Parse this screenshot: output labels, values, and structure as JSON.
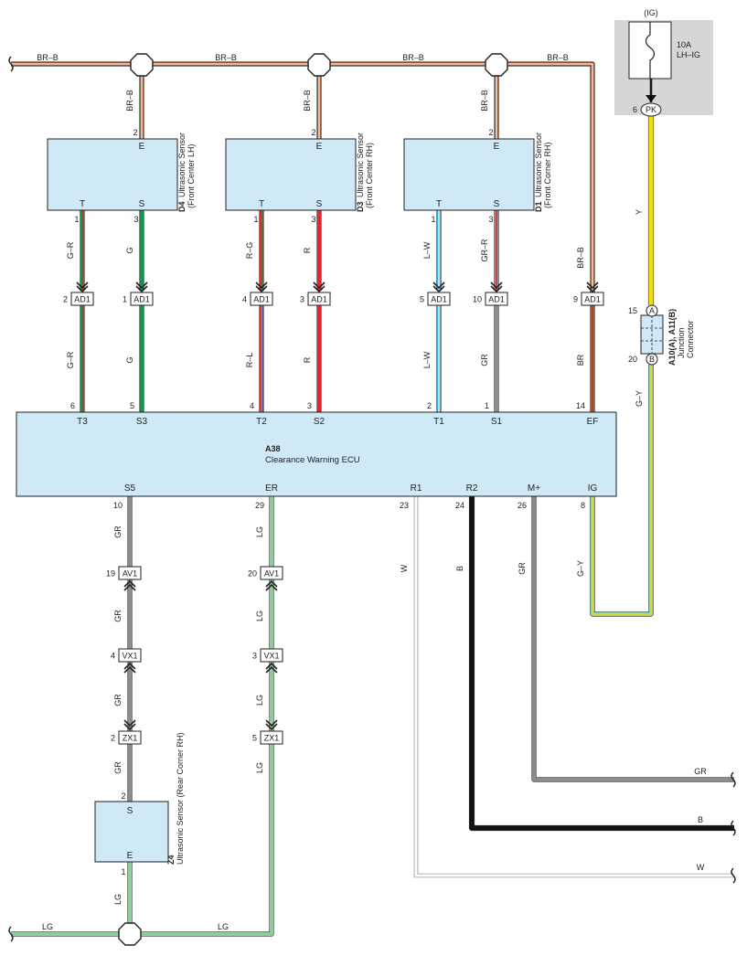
{
  "wires": {
    "bus_top": "BR–B",
    "d4_e": "BR–B",
    "d4_t": "G–R",
    "d4_s": "G",
    "d3_e": "BR–B",
    "d3_t": "R–G",
    "d3_s": "R",
    "d1_e": "BR–B",
    "d1_t": "L–W",
    "d1_s": "GR–R",
    "ef_drop": "BR–B",
    "ecu_t3": "G–R",
    "ecu_s3": "G",
    "ecu_t2": "R–L",
    "ecu_s2": "R",
    "ecu_t1": "L–W",
    "ecu_s1": "GR",
    "ecu_ef": "BR",
    "ig_top": "Y",
    "ig_bottom": "G–Y",
    "ecu_ig": "G–Y",
    "s5_a": "GR",
    "s5_b": "GR",
    "s5_c": "GR",
    "s5_d": "GR",
    "er_a": "LG",
    "er_b": "LG",
    "er_c": "LG",
    "er_d": "LG",
    "r1": "W",
    "r2": "B",
    "mplus": "GR",
    "r1_out": "W",
    "r2_out": "B",
    "mplus_out": "GR",
    "z4_e": "LG",
    "lg_left": "LG",
    "lg_right": "LG"
  },
  "fuse": {
    "supply": "(IG)",
    "amp": "10A",
    "name": "LH–IG",
    "pin": "6",
    "conn": "PK"
  },
  "sensors": {
    "d4": {
      "id": "D4",
      "name": "Ultrasonic Sensor",
      "pos": "(Front Center LH)",
      "E": "E",
      "T": "T",
      "S": "S",
      "pinE": "2",
      "pinT": "1",
      "pinS": "3"
    },
    "d3": {
      "id": "D3",
      "name": "Ultrasonic Sensor",
      "pos": "(Front Center RH)",
      "E": "E",
      "T": "T",
      "S": "S",
      "pinE": "2",
      "pinT": "1",
      "pinS": "3"
    },
    "d1": {
      "id": "D1",
      "name": "Ultrasonic Sensor",
      "pos": "(Front Corner RH)",
      "E": "E",
      "T": "T",
      "S": "S",
      "pinE": "2",
      "pinT": "1",
      "pinS": "3"
    },
    "z4": {
      "id": "Z4",
      "name": "Ultrasonic Sensor (Rear Corner RH)",
      "S": "S",
      "E": "E",
      "pinS": "2",
      "pinE": "1"
    }
  },
  "connectors": {
    "ad1": "AD1",
    "av1": "AV1",
    "vx1": "VX1",
    "zx1": "ZX1",
    "pins": {
      "t3": "2",
      "s3": "1",
      "t2": "4",
      "s2": "3",
      "t1": "5",
      "s1": "10",
      "ef": "9",
      "av1_s5": "19",
      "av1_er": "20",
      "vx1_s5": "4",
      "vx1_er": "3",
      "zx1_s5": "2",
      "zx1_er": "5"
    }
  },
  "junction": {
    "ida": "A10(A), A11(B)",
    "name": "Junction",
    "name2": "Connector",
    "a": "A",
    "b": "B",
    "pina": "15",
    "pinb": "20"
  },
  "ecu": {
    "id": "A38",
    "name": "Clearance Warning ECU",
    "top": [
      {
        "term": "T3",
        "pin": "6"
      },
      {
        "term": "S3",
        "pin": "5"
      },
      {
        "term": "T2",
        "pin": "4"
      },
      {
        "term": "S2",
        "pin": "3"
      },
      {
        "term": "T1",
        "pin": "2"
      },
      {
        "term": "S1",
        "pin": "1"
      },
      {
        "term": "EF",
        "pin": "14"
      }
    ],
    "bottom": [
      {
        "term": "S5",
        "pin": "10"
      },
      {
        "term": "ER",
        "pin": "29"
      },
      {
        "term": "R1",
        "pin": "23"
      },
      {
        "term": "R2",
        "pin": "24"
      },
      {
        "term": "M+",
        "pin": "26"
      },
      {
        "term": "IG",
        "pin": "8"
      }
    ]
  }
}
